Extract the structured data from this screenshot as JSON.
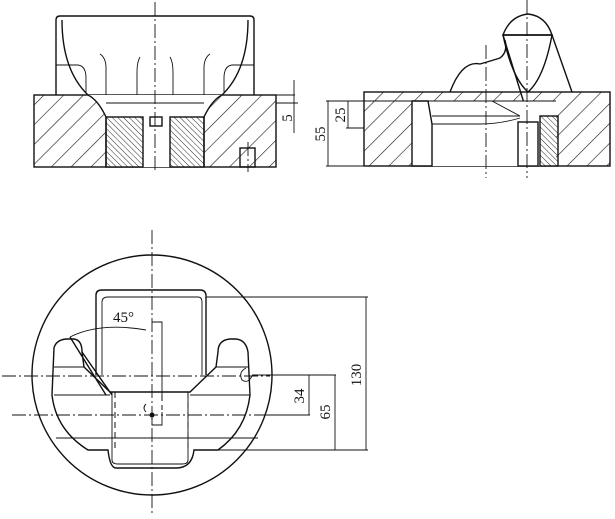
{
  "drawing": {
    "type": "engineering-drawing",
    "views": [
      {
        "name": "front-section",
        "label": ""
      },
      {
        "name": "side-section",
        "label": ""
      },
      {
        "name": "top-view",
        "label": ""
      }
    ]
  },
  "dimensions": {
    "front_5": "5",
    "side_25": "25",
    "side_55": "55",
    "top_45deg": "45°",
    "top_34": "34",
    "top_65": "65",
    "top_130": "130"
  },
  "colors": {
    "line": "#111111",
    "background": "#ffffff"
  }
}
